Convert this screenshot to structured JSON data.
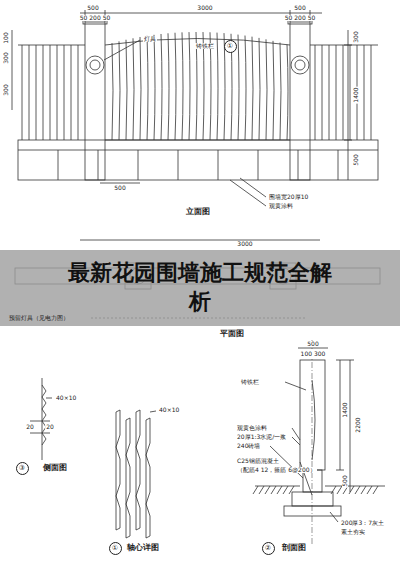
{
  "diagram": {
    "title": "最新花园围墙施工规范全解析",
    "nodes": [
      {
        "text": [
          "①"
        ]
      },
      {
        "text": [
          "③"
        ]
      },
      {
        "text": [
          "①"
        ]
      },
      {
        "text": [
          "②"
        ]
      }
    ],
    "labels": [
      "500",
      "3000",
      "500",
      "50 200 50",
      "50 200 50",
      "灯具",
      "铸铁栏",
      "100",
      "300",
      "300",
      "300",
      "1400",
      "500",
      "500",
      "围墙宽20厚10",
      "观黄涂料",
      "立面图",
      "3000",
      "预留灯具（见电力图）",
      "平面图",
      "40×10",
      "20",
      "20",
      "侧面图",
      "40×10",
      "轴心详图",
      "500",
      "100 300",
      "铸铁栏",
      "观黄色涂料",
      "20厚1:3水泥/一浆",
      "240砖墙",
      "C25钢筋混凝土",
      "（配筋4 12，箍筋 6@200）",
      "1400",
      "2200",
      "500",
      "200厚3：7灰土",
      "素土夯实",
      "剖面图"
    ]
  }
}
